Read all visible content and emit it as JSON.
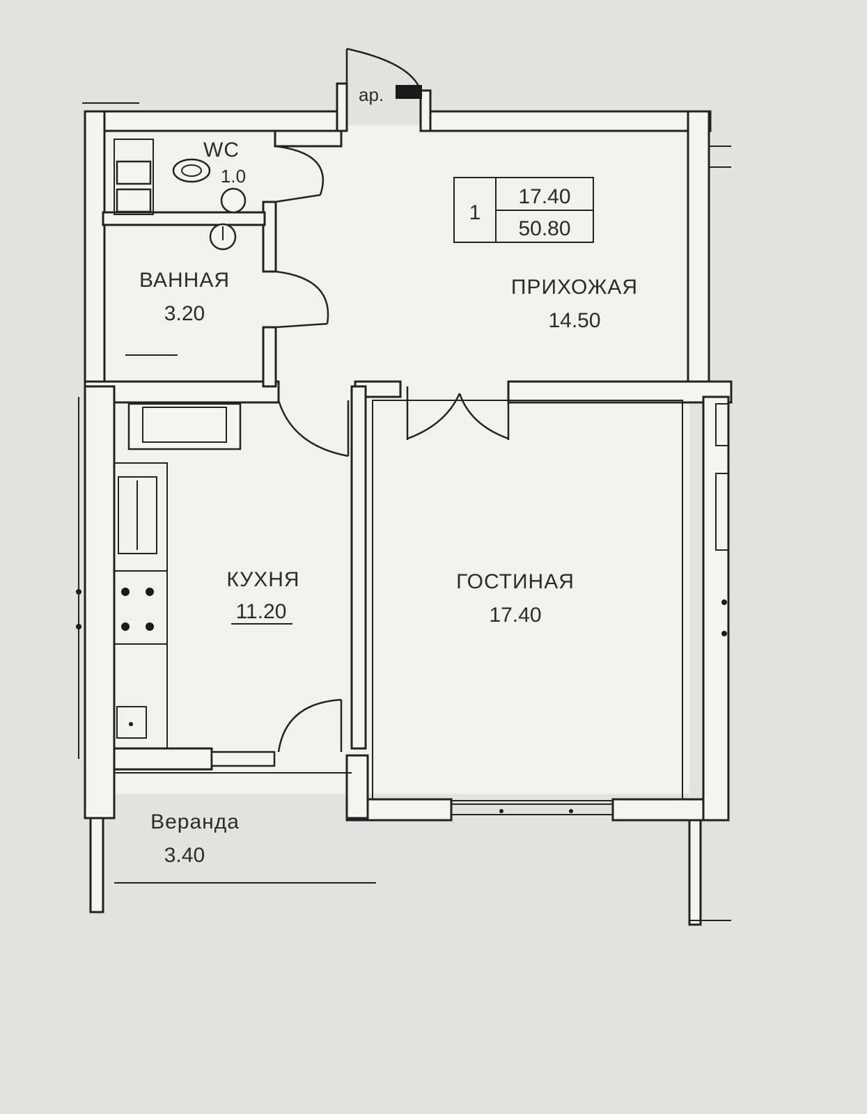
{
  "entrance_label": "ар.",
  "summary": {
    "rooms": "1",
    "living_area": "17.40",
    "total_area": "50.80"
  },
  "rooms": {
    "wc": {
      "label": "WC",
      "area": "1.0"
    },
    "bathroom": {
      "label": "ВАННАЯ",
      "area": "3.20"
    },
    "hallway": {
      "label": "ПРИХОЖАЯ",
      "area": "14.50"
    },
    "kitchen": {
      "label": "КУХНЯ",
      "area": "11.20"
    },
    "living_room": {
      "label": "ГОСТИНАЯ",
      "area": "17.40"
    },
    "veranda": {
      "label": "Веранда",
      "area": "3.40"
    }
  }
}
